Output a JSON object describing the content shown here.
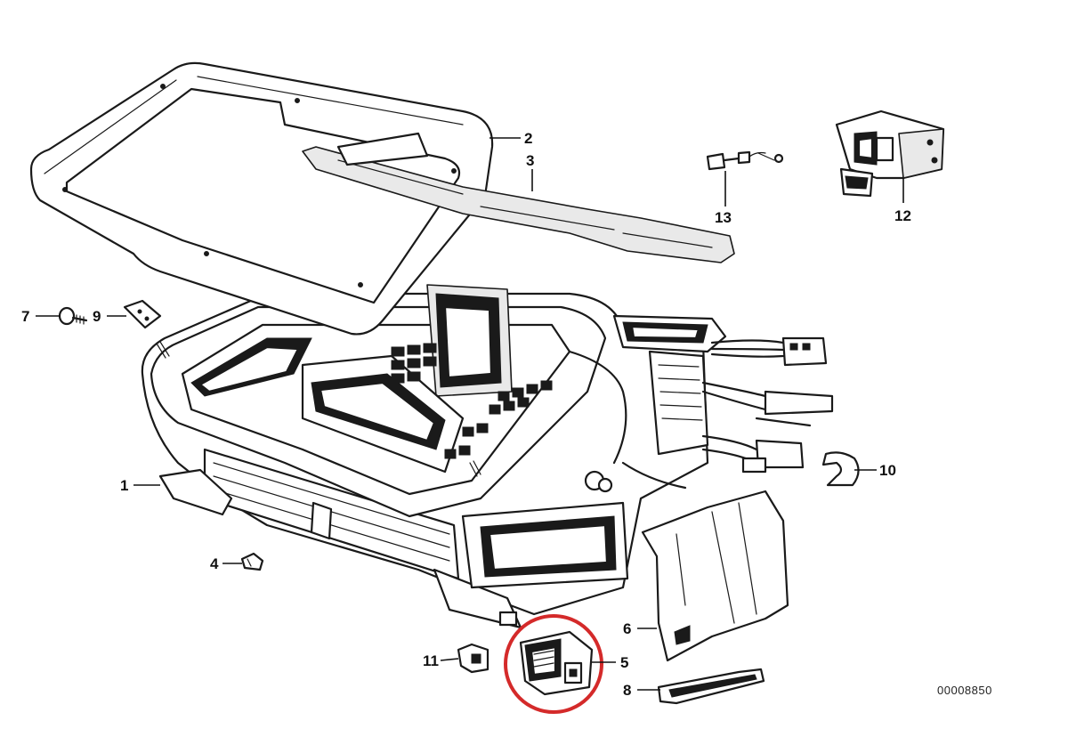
{
  "diagram": {
    "reference_number": "00008850",
    "highlight_color": "#d42a2a",
    "line_color": "#1a1a1a",
    "background_color": "#ffffff",
    "highlighted_part": "5",
    "parts": [
      {
        "id": "p1",
        "label": "1"
      },
      {
        "id": "p2",
        "label": "2"
      },
      {
        "id": "p3",
        "label": "3"
      },
      {
        "id": "p4",
        "label": "4"
      },
      {
        "id": "p5",
        "label": "5"
      },
      {
        "id": "p6",
        "label": "6"
      },
      {
        "id": "p7",
        "label": "7"
      },
      {
        "id": "p8",
        "label": "8"
      },
      {
        "id": "p9",
        "label": "9"
      },
      {
        "id": "p10",
        "label": "10"
      },
      {
        "id": "p11",
        "label": "11"
      },
      {
        "id": "p12",
        "label": "12"
      },
      {
        "id": "p13",
        "label": "13"
      }
    ]
  }
}
